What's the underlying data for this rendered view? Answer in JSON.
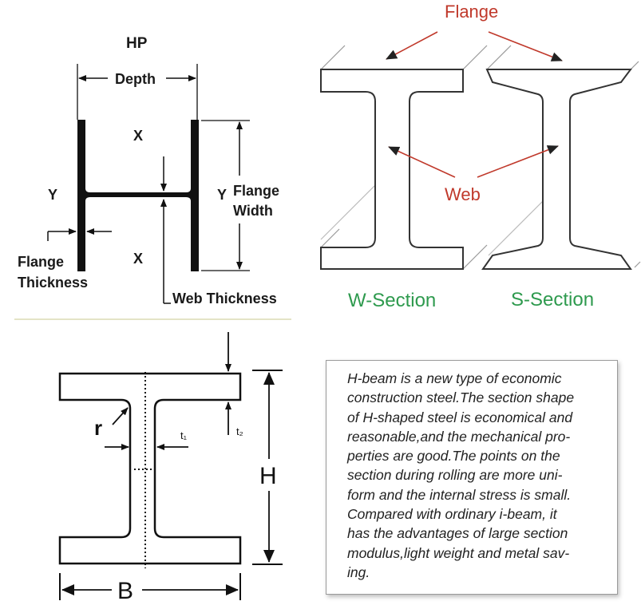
{
  "hp_panel": {
    "title": "HP",
    "depth_label": "Depth",
    "axis_x": "X",
    "axis_y": "Y",
    "flange_width_line1": "Flange",
    "flange_width_line2": "Width",
    "flange_thickness_line1": "Flange",
    "flange_thickness_line2": "Thickness",
    "web_thickness": "Web Thickness"
  },
  "section_panel": {
    "flange_label": "Flange",
    "web_label": "Web",
    "w_section": "W-Section",
    "s_section": "S-Section",
    "colors": {
      "pointer": "#c0392b",
      "section_label": "#2e9a4e"
    }
  },
  "dimension_panel": {
    "radius_label": "r",
    "t1_label": "t₁",
    "t2_label": "t₂",
    "height_label": "H",
    "breadth_label": "B"
  },
  "description": {
    "lines": [
      "H-beam is a new type of economic",
      "construction steel.The section shape",
      "of H-shaped steel is economical and",
      "reasonable,and the mechanical pro-",
      "perties are good.The points on the",
      "section during rolling are more uni-",
      "form and the internal stress is small.",
      "Compared with ordinary i-beam, it",
      "has the advantages of large section",
      "modulus,light weight and metal sav-",
      "ing."
    ]
  }
}
